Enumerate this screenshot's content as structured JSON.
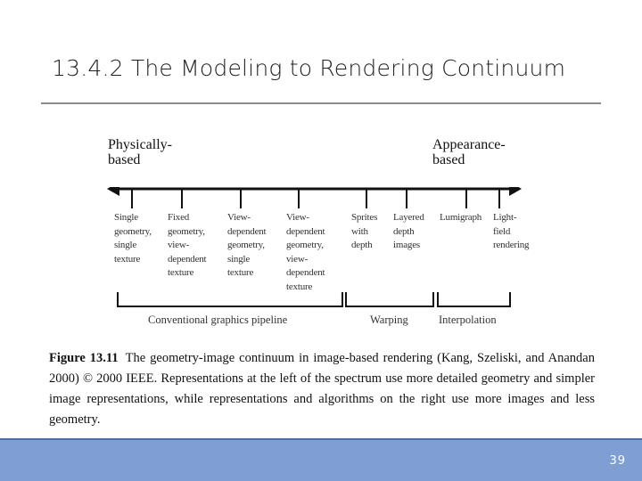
{
  "slide": {
    "title": "13.4.2  The Modeling to Rendering Continuum",
    "page_number": "39"
  },
  "figure": {
    "left_end": [
      "Physically-",
      "based"
    ],
    "right_end": [
      "Appearance-",
      "based"
    ],
    "items": [
      [
        "Single",
        "geometry,",
        "single",
        "texture"
      ],
      [
        "Fixed",
        "geometry,",
        "view-",
        "dependent",
        "texture"
      ],
      [
        "View-",
        "dependent",
        "geometry,",
        "single",
        "texture"
      ],
      [
        "View-",
        "dependent",
        "geometry,",
        "view-",
        "dependent",
        "texture"
      ],
      [
        "Sprites",
        "with",
        "depth"
      ],
      [
        "Layered",
        "depth",
        "images"
      ],
      [
        "Lumigraph"
      ],
      [
        "Light-",
        "field",
        "rendering"
      ]
    ],
    "categories": [
      "Conventional graphics pipeline",
      "Warping",
      "Interpolation"
    ],
    "caption_label": "Figure 13.11",
    "caption_text": "The geometry-image continuum in image-based rendering (Kang, Szeliski, and Anandan 2000) © 2000 IEEE. Representations at the left of the spectrum use more detailed geometry and simpler image representations, while representations and algorithms on the right use more images and less geometry."
  }
}
